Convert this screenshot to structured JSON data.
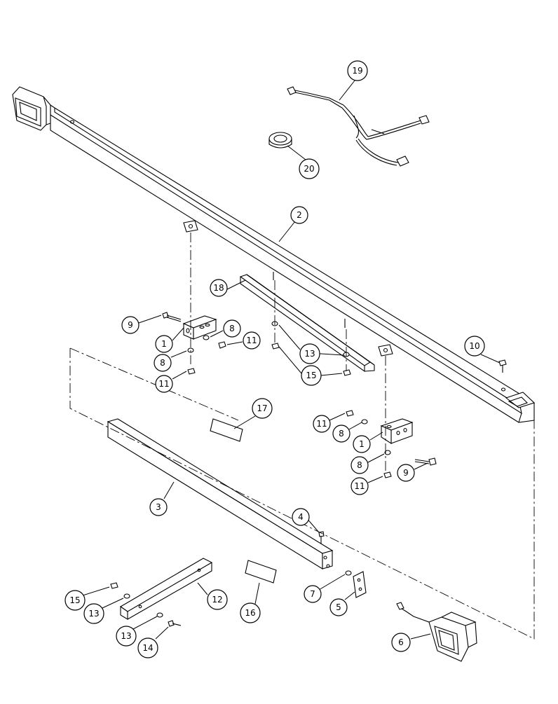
{
  "callouts": [
    {
      "id": "c19",
      "label": "19"
    },
    {
      "id": "c20",
      "label": "20"
    },
    {
      "id": "c2",
      "label": "2"
    },
    {
      "id": "c18",
      "label": "18"
    },
    {
      "id": "c9a",
      "label": "9"
    },
    {
      "id": "c8a",
      "label": "8"
    },
    {
      "id": "c11a",
      "label": "11"
    },
    {
      "id": "c1a",
      "label": "1"
    },
    {
      "id": "c8b",
      "label": "8"
    },
    {
      "id": "c11b",
      "label": "11"
    },
    {
      "id": "c13a",
      "label": "13"
    },
    {
      "id": "c15a",
      "label": "15"
    },
    {
      "id": "c10",
      "label": "10"
    },
    {
      "id": "c17",
      "label": "17"
    },
    {
      "id": "c11c",
      "label": "11"
    },
    {
      "id": "c8c",
      "label": "8"
    },
    {
      "id": "c1b",
      "label": "1"
    },
    {
      "id": "c8d",
      "label": "8"
    },
    {
      "id": "c9b",
      "label": "9"
    },
    {
      "id": "c11d",
      "label": "11"
    },
    {
      "id": "c3",
      "label": "3"
    },
    {
      "id": "c4",
      "label": "4"
    },
    {
      "id": "c7",
      "label": "7"
    },
    {
      "id": "c5",
      "label": "5"
    },
    {
      "id": "c12",
      "label": "12"
    },
    {
      "id": "c15b",
      "label": "15"
    },
    {
      "id": "c13b",
      "label": "13"
    },
    {
      "id": "c13c",
      "label": "13"
    },
    {
      "id": "c14",
      "label": "14"
    },
    {
      "id": "c16",
      "label": "16"
    },
    {
      "id": "c6",
      "label": "6"
    }
  ]
}
